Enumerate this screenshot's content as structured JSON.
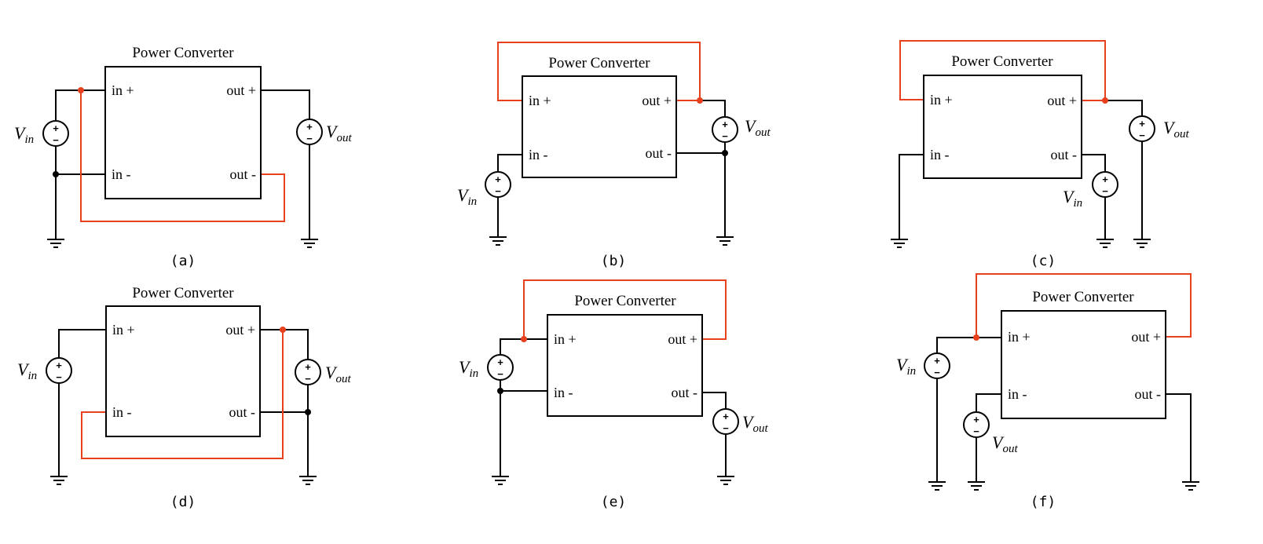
{
  "box_title": "Power Converter",
  "ports": {
    "in_plus": "in +",
    "in_minus": "in -",
    "out_plus": "out +",
    "out_minus": "out -"
  },
  "sources": {
    "vin": {
      "main": "V",
      "sub": "in"
    },
    "vout": {
      "main": "V",
      "sub": "out"
    },
    "plus_sign": "+",
    "minus_sign": "−"
  },
  "panels": [
    {
      "caption": "(a)"
    },
    {
      "caption": "(b)"
    },
    {
      "caption": "(c)"
    },
    {
      "caption": "(d)"
    },
    {
      "caption": "(e)"
    },
    {
      "caption": "(f)"
    }
  ],
  "colors": {
    "wire": "#000000",
    "highlight": "#e8401c"
  }
}
